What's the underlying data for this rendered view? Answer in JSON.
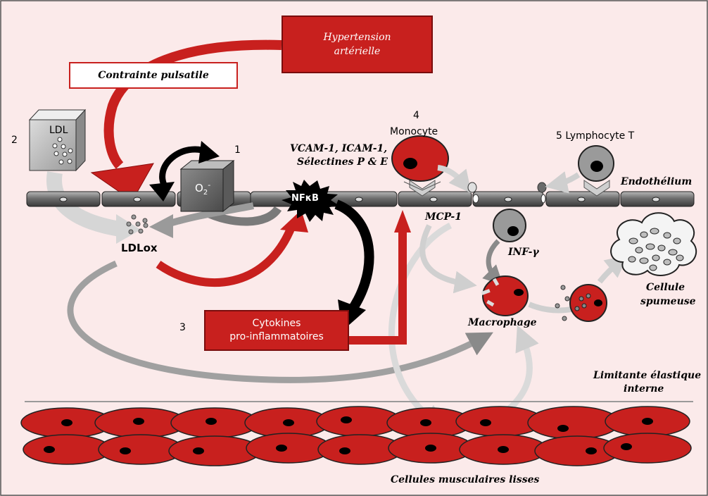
{
  "boxes": {
    "hypertension": {
      "line1": "Hypertension",
      "line2": "artérielle"
    },
    "contrainte": "Contrainte pulsatile",
    "cytokines": {
      "line1": "Cytokines",
      "line2": "pro-inflammatoires"
    }
  },
  "labels": {
    "ldl": "LDL",
    "ldlox": "LDLox",
    "o2": "O",
    "o2_sub": "2",
    "o2_sup": "-",
    "nfkb": "NFκB",
    "adhesion1": "VCAM-1, ICAM-1,",
    "adhesion2": "Sélectines P & E",
    "monocyte": "Monocyte",
    "lymphocyte": "5 Lymphocyte T",
    "endothelium": "Endothélium",
    "mcp1": "MCP-1",
    "infg": "INF-γ",
    "macrophage": "Macrophage",
    "spumeuse1": "Cellule",
    "spumeuse2": "spumeuse",
    "limitante1": "Limitante élastique",
    "limitante2": "interne",
    "musculaires": "Cellules musculaires lisses"
  },
  "numbers": {
    "n1": "1",
    "n2": "2",
    "n3": "3",
    "n4": "4"
  },
  "colors": {
    "red": "#c8201e",
    "dark_red": "#8a0d0d",
    "gray": "#888888",
    "background": "#fbeaea"
  }
}
